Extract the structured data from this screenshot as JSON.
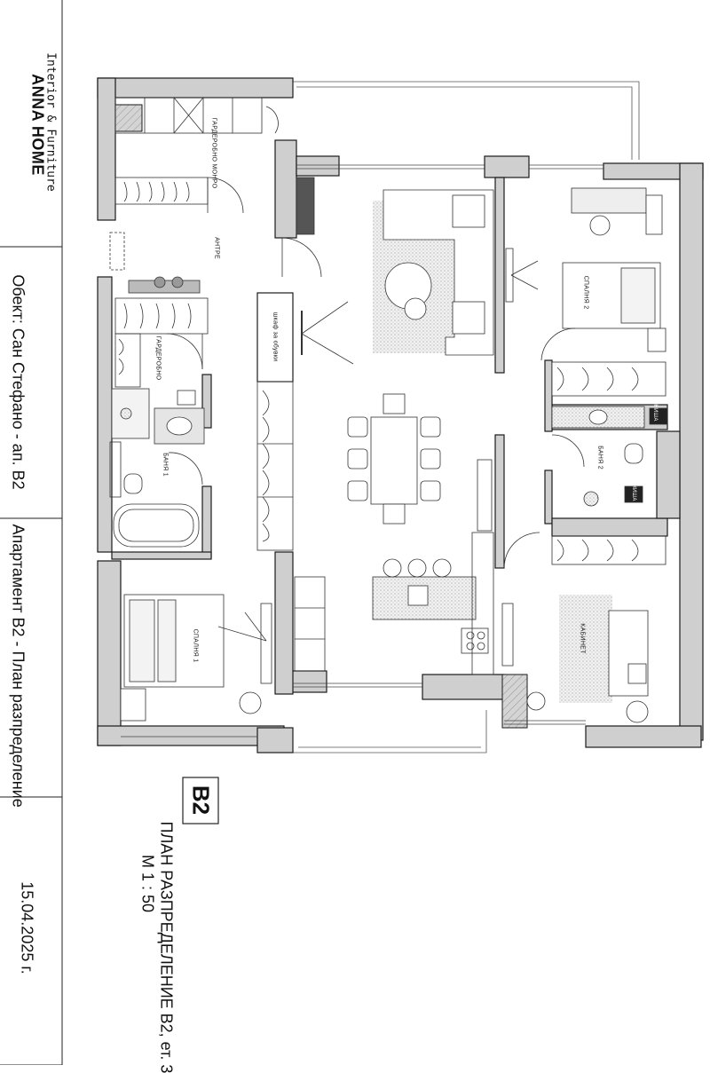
{
  "title_block": {
    "company": "ANNA HOME",
    "company_sub": "Interior & Furniture",
    "object": "Обект: Сан Стефано - ап. В2",
    "apartment": "Апартамент В2 - План разпределение",
    "date": "15.04.2025 г."
  },
  "plan": {
    "tag": "B2",
    "title": "ПЛАН РАЗПРЕДЕЛЕНИЕ В2, ет. 3",
    "scale": "М 1 : 50"
  },
  "rooms": {
    "wardrobe_mono": "ГАРДЕРОБНО МОНРО",
    "antre": "АНТРЕ",
    "wardrobe": "ГАРДЕРОБНО",
    "shoe_cabinet": "шкаф за обувки",
    "bath1": "БАНЯ 1",
    "bedroom1": "СПАЛНЯ 1",
    "bedroom2": "СПАЛНЯ 2",
    "bath2": "БАНЯ 2",
    "niche1": "НИША",
    "niche2": "НИША",
    "cabinet": "КАБИНЕТ"
  },
  "colors": {
    "wall_fill": "#cfcfcf",
    "wall_stroke": "#1a1a1a",
    "line": "#333333",
    "rug": "#e2e2e2"
  }
}
